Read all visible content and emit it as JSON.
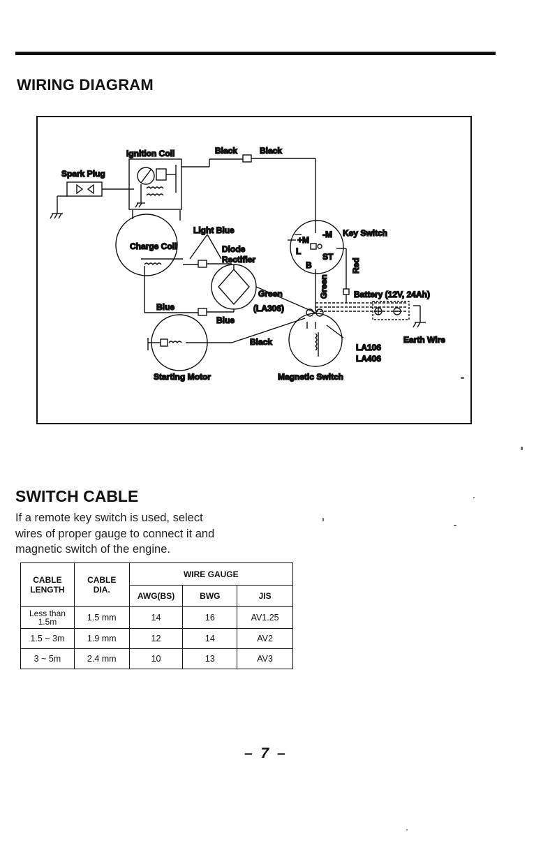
{
  "section1": {
    "title": "WIRING DIAGRAM"
  },
  "diagram": {
    "ignition_coil": "Ignition Coil",
    "black_1": "Black",
    "black_2": "Black",
    "spark_plug": "Spark Plug",
    "light_blue": "Light Blue",
    "charge_coil": "Charge Coil",
    "diode": "Diode",
    "rectifier": "Rectifier",
    "key_switch": "Key Switch",
    "m_plus": "+M",
    "m_minus": "-M",
    "l": "L",
    "st": "ST",
    "b": "B",
    "red": "Red",
    "green_v": "Green",
    "battery": "Battery (12V, 24Ah)",
    "green": "Green",
    "la306": "(LA306)",
    "blue_1": "Blue",
    "blue_2": "Blue",
    "black_3": "Black",
    "earth_wire": "Earth Wire",
    "la106": "LA106",
    "la406": "LA406",
    "starting_motor": "Starting Motor",
    "magnetic_switch": "Magnetic Switch"
  },
  "section2": {
    "title": "SWITCH CABLE",
    "lines": [
      "If a remote key switch is used, select",
      "wires of proper gauge to connect it and",
      "magnetic switch of the engine."
    ]
  },
  "table": {
    "h_cable_length_1": "CABLE",
    "h_cable_length_2": "LENGTH",
    "h_cable_dia_1": "CABLE",
    "h_cable_dia_2": "DIA.",
    "h_wire_gauge": "WIRE GAUGE",
    "h_awg": "AWG(BS)",
    "h_bwg": "BWG",
    "h_jis": "JIS",
    "rows": [
      {
        "length_1": "Less than",
        "length_2": "1.5m",
        "dia": "1.5 mm",
        "awg": "14",
        "bwg": "16",
        "jis": "AV1.25"
      },
      {
        "length_1": "1.5 ~ 3m",
        "length_2": "",
        "dia": "1.9 mm",
        "awg": "12",
        "bwg": "14",
        "jis": "AV2"
      },
      {
        "length_1": "3 ~ 5m",
        "length_2": "",
        "dia": "2.4 mm",
        "awg": "10",
        "bwg": "13",
        "jis": "AV3"
      }
    ]
  },
  "page_number": "– 7 –"
}
